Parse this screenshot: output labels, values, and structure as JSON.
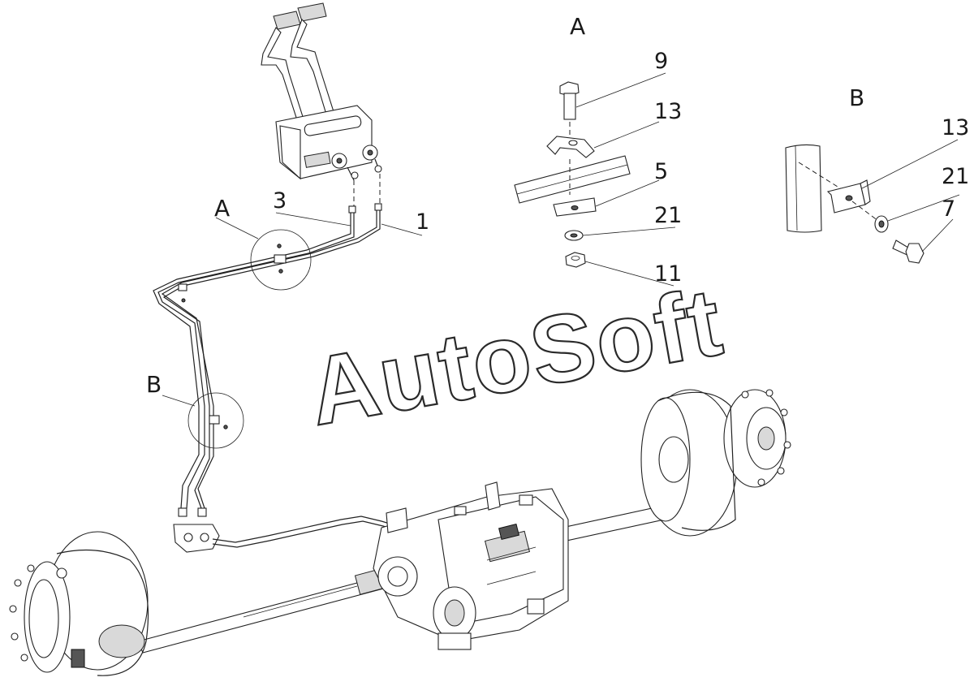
{
  "watermark": "AutoSoft",
  "views": {
    "detail_a_title": "A",
    "detail_b_title": "B",
    "circle_a_label": "A",
    "circle_b_label": "B"
  },
  "callouts": {
    "bolt_a": "9",
    "bracket_a": "13",
    "plate_a": "5",
    "washer_a": "21",
    "nut_a": "11",
    "bracket_b": "13",
    "washer_b": "21",
    "bolt_b": "7",
    "pipe_3": "3",
    "pipe_1": "1"
  }
}
